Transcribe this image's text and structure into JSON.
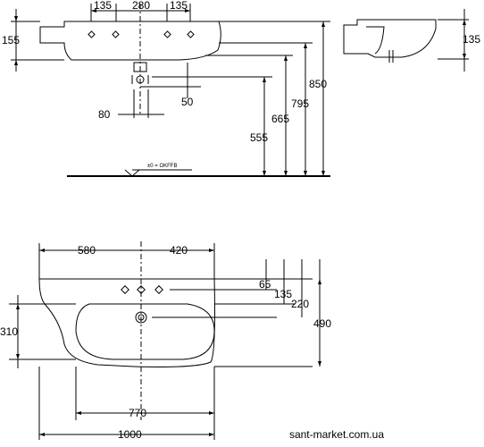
{
  "front_view": {
    "top_dims": [
      "135",
      "280",
      "135"
    ],
    "left_height": "155",
    "side_depth": "135",
    "drain_offset": "50",
    "drain_width": "80",
    "heights": [
      "555",
      "665",
      "795",
      "850"
    ],
    "floor_label": "±0 = OKFFB"
  },
  "plan_view": {
    "top_dims": [
      "580",
      "420"
    ],
    "right_dims": [
      "65",
      "135",
      "220",
      "490"
    ],
    "left_dim": "310",
    "bottom_dims": [
      "770",
      "1000"
    ]
  },
  "watermark": "sant-market.com.ua"
}
